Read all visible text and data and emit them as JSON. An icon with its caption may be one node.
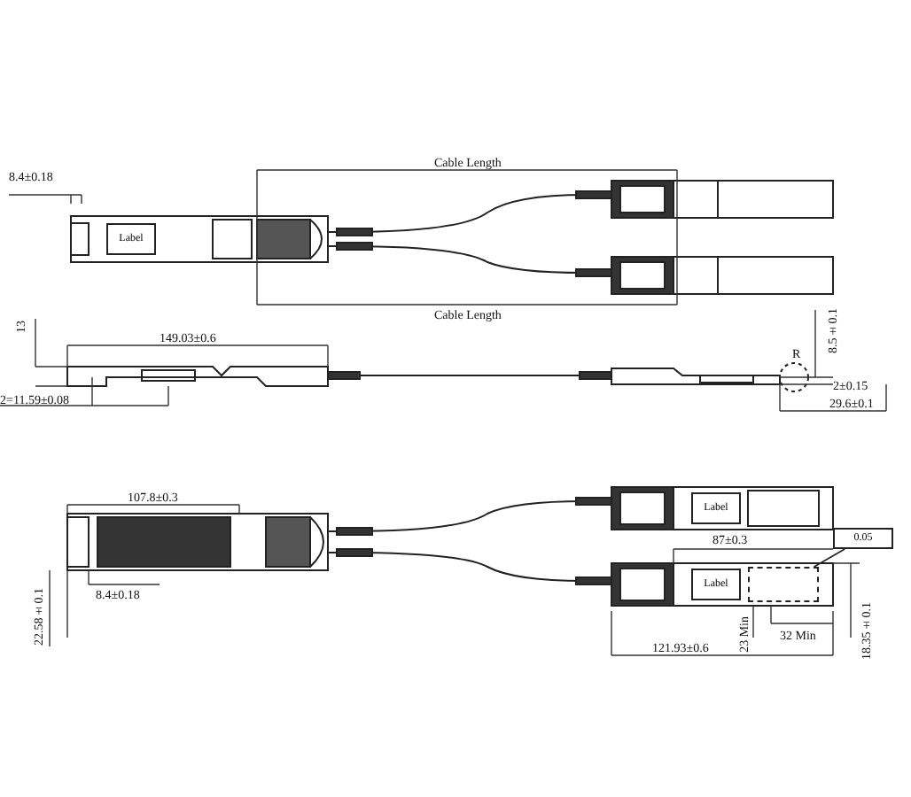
{
  "diagram": {
    "nodes": [
      {
        "text": [
          "Label"
        ]
      },
      {
        "text": [
          "Label"
        ]
      },
      {
        "text": [
          "Label"
        ]
      },
      {
        "text": [
          "0.05"
        ]
      },
      {
        "text": [],
        "shape": "box"
      }
    ],
    "edges": [
      {
        "from": 3,
        "to": 4,
        "arrow": "none"
      }
    ],
    "labels": [
      "8.4±0.18",
      "Cable Length",
      "Cable Length",
      "13",
      "149.03±0.6",
      "2=11.59±0.08",
      "8.5±0.1",
      "R",
      "2±0.15",
      "29.6±0.1",
      "107.8±0.3",
      "8.4±0.18",
      "22.58±0.1",
      "87±0.3",
      "32 Min",
      "23 Min",
      "121.93±0.6",
      "18.35±0.1"
    ]
  }
}
